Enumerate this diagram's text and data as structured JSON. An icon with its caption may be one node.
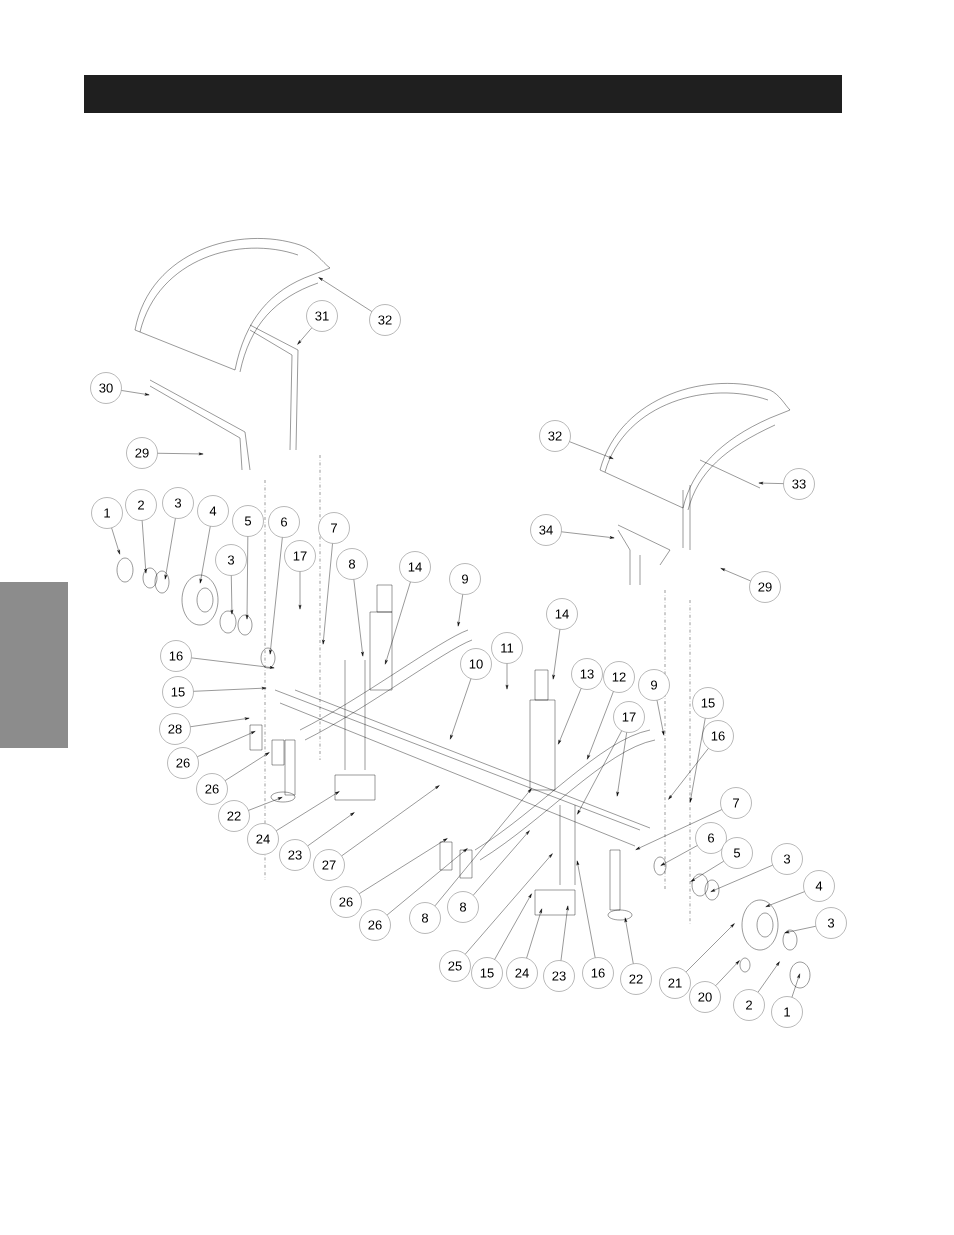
{
  "diagram": {
    "nodes": [
      {
        "text": [
          "32"
        ]
      },
      {
        "text": [
          "31"
        ]
      },
      {
        "text": [
          "30"
        ]
      },
      {
        "text": [
          "29"
        ]
      },
      {
        "text": [
          "32"
        ]
      },
      {
        "text": [
          "33"
        ]
      },
      {
        "text": [
          "1"
        ]
      },
      {
        "text": [
          "2"
        ]
      },
      {
        "text": [
          "3"
        ]
      },
      {
        "text": [
          "4"
        ]
      },
      {
        "text": [
          "5"
        ]
      },
      {
        "text": [
          "6"
        ]
      },
      {
        "text": [
          "7"
        ]
      },
      {
        "text": [
          "34"
        ]
      },
      {
        "text": [
          "17"
        ]
      },
      {
        "text": [
          "3"
        ]
      },
      {
        "text": [
          "8"
        ]
      },
      {
        "text": [
          "14"
        ]
      },
      {
        "text": [
          "9"
        ]
      },
      {
        "text": [
          "29"
        ]
      },
      {
        "text": [
          "14"
        ]
      },
      {
        "text": [
          "11"
        ]
      },
      {
        "text": [
          "16"
        ]
      },
      {
        "text": [
          "10"
        ]
      },
      {
        "text": [
          "13"
        ]
      },
      {
        "text": [
          "12"
        ]
      },
      {
        "text": [
          "9"
        ]
      },
      {
        "text": [
          "15"
        ]
      },
      {
        "text": [
          "15"
        ]
      },
      {
        "text": [
          "17"
        ]
      },
      {
        "text": [
          "28"
        ]
      },
      {
        "text": [
          "16"
        ]
      },
      {
        "text": [
          "26"
        ]
      },
      {
        "text": [
          "26"
        ]
      },
      {
        "text": [
          "7"
        ]
      },
      {
        "text": [
          "22"
        ]
      },
      {
        "text": [
          "6"
        ]
      },
      {
        "text": [
          "24"
        ]
      },
      {
        "text": [
          "5"
        ]
      },
      {
        "text": [
          "23"
        ]
      },
      {
        "text": [
          "3"
        ]
      },
      {
        "text": [
          "27"
        ]
      },
      {
        "text": [
          "4"
        ]
      },
      {
        "text": [
          "26"
        ]
      },
      {
        "text": [
          "8"
        ]
      },
      {
        "text": [
          "8"
        ]
      },
      {
        "text": [
          "3"
        ]
      },
      {
        "text": [
          "26"
        ]
      },
      {
        "text": [
          "25"
        ]
      },
      {
        "text": [
          "15"
        ]
      },
      {
        "text": [
          "24"
        ]
      },
      {
        "text": [
          "23"
        ]
      },
      {
        "text": [
          "16"
        ]
      },
      {
        "text": [
          "22"
        ]
      },
      {
        "text": [
          "21"
        ]
      },
      {
        "text": [
          "20"
        ]
      },
      {
        "text": [
          "2"
        ]
      },
      {
        "text": [
          "1"
        ]
      },
      {
        "text": [],
        "shape": "bar"
      }
    ],
    "edges": [
      {
        "from": 0,
        "to": null,
        "arrow": "to"
      },
      {
        "from": 1,
        "to": null,
        "arrow": "to"
      },
      {
        "from": 2,
        "to": null,
        "arrow": "to"
      },
      {
        "from": 3,
        "to": null,
        "arrow": "to"
      },
      {
        "from": 4,
        "to": null,
        "arrow": "to"
      },
      {
        "from": 5,
        "to": null,
        "arrow": "to"
      },
      {
        "from": 6,
        "to": null,
        "arrow": "to"
      },
      {
        "from": 7,
        "to": null,
        "arrow": "to"
      },
      {
        "from": 8,
        "to": null,
        "arrow": "to"
      },
      {
        "from": 9,
        "to": null,
        "arrow": "to"
      },
      {
        "from": 10,
        "to": null,
        "arrow": "to"
      },
      {
        "from": 11,
        "to": null,
        "arrow": "to"
      },
      {
        "from": 12,
        "to": null,
        "arrow": "to"
      },
      {
        "from": 13,
        "to": null,
        "arrow": "to"
      },
      {
        "from": 14,
        "to": null,
        "arrow": "to"
      },
      {
        "from": 15,
        "to": null,
        "arrow": "to"
      },
      {
        "from": 16,
        "to": null,
        "arrow": "to"
      },
      {
        "from": 17,
        "to": null,
        "arrow": "to"
      },
      {
        "from": 18,
        "to": null,
        "arrow": "to"
      },
      {
        "from": 19,
        "to": null,
        "arrow": "to"
      },
      {
        "from": 20,
        "to": null,
        "arrow": "to"
      },
      {
        "from": 21,
        "to": null,
        "arrow": "to"
      },
      {
        "from": 22,
        "to": null,
        "arrow": "to"
      },
      {
        "from": 23,
        "to": null,
        "arrow": "to"
      },
      {
        "from": 24,
        "to": null,
        "arrow": "to"
      },
      {
        "from": 25,
        "to": null,
        "arrow": "to"
      },
      {
        "from": 26,
        "to": null,
        "arrow": "to"
      },
      {
        "from": 27,
        "to": null,
        "arrow": "to"
      },
      {
        "from": 28,
        "to": null,
        "arrow": "to"
      },
      {
        "from": 29,
        "to": null,
        "arrow": "to"
      },
      {
        "from": 29,
        "to": null,
        "arrow": "to"
      },
      {
        "from": 30,
        "to": null,
        "arrow": "to"
      },
      {
        "from": 31,
        "to": null,
        "arrow": "to"
      },
      {
        "from": 32,
        "to": null,
        "arrow": "to"
      },
      {
        "from": 33,
        "to": null,
        "arrow": "to"
      },
      {
        "from": 34,
        "to": null,
        "arrow": "to"
      },
      {
        "from": 35,
        "to": null,
        "arrow": "to"
      },
      {
        "from": 36,
        "to": null,
        "arrow": "to"
      },
      {
        "from": 37,
        "to": null,
        "arrow": "to"
      },
      {
        "from": 38,
        "to": null,
        "arrow": "to"
      },
      {
        "from": 39,
        "to": null,
        "arrow": "to"
      },
      {
        "from": 40,
        "to": null,
        "arrow": "to"
      },
      {
        "from": 41,
        "to": null,
        "arrow": "to"
      },
      {
        "from": 42,
        "to": null,
        "arrow": "to"
      },
      {
        "from": 43,
        "to": null,
        "arrow": "to"
      },
      {
        "from": 44,
        "to": null,
        "arrow": "to"
      },
      {
        "from": 45,
        "to": null,
        "arrow": "to"
      },
      {
        "from": 46,
        "to": null,
        "arrow": "to"
      },
      {
        "from": 47,
        "to": null,
        "arrow": "to"
      },
      {
        "from": 48,
        "to": null,
        "arrow": "to"
      },
      {
        "from": 49,
        "to": null,
        "arrow": "to"
      },
      {
        "from": 50,
        "to": null,
        "arrow": "to"
      },
      {
        "from": 51,
        "to": null,
        "arrow": "to"
      },
      {
        "from": 52,
        "to": null,
        "arrow": "to"
      },
      {
        "from": 53,
        "to": null,
        "arrow": "to"
      },
      {
        "from": 54,
        "to": null,
        "arrow": "to"
      },
      {
        "from": 55,
        "to": null,
        "arrow": "to"
      },
      {
        "from": 56,
        "to": null,
        "arrow": "to"
      },
      {
        "from": 57,
        "to": null,
        "arrow": "to"
      }
    ]
  }
}
